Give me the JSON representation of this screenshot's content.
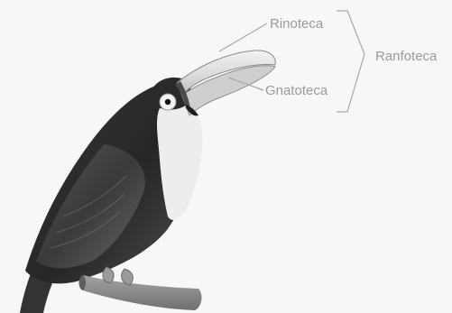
{
  "labels": {
    "rinoteca": "Rinoteca",
    "gnatoteca": "Gnatoteca",
    "ranfoteca": "Ranfoteca"
  },
  "colors": {
    "background": "#f7f7f7",
    "label_text": "#9a9a9a",
    "leader_line": "#a8a8a8",
    "plumage_dark": "#2b2b2b",
    "plumage_mid": "#4a4a4a",
    "throat": "#ececec",
    "beak": "#dedede",
    "perch": "#8c8c8c"
  },
  "subject": {
    "kind": "photograph",
    "icon": "toucan-illustration"
  }
}
